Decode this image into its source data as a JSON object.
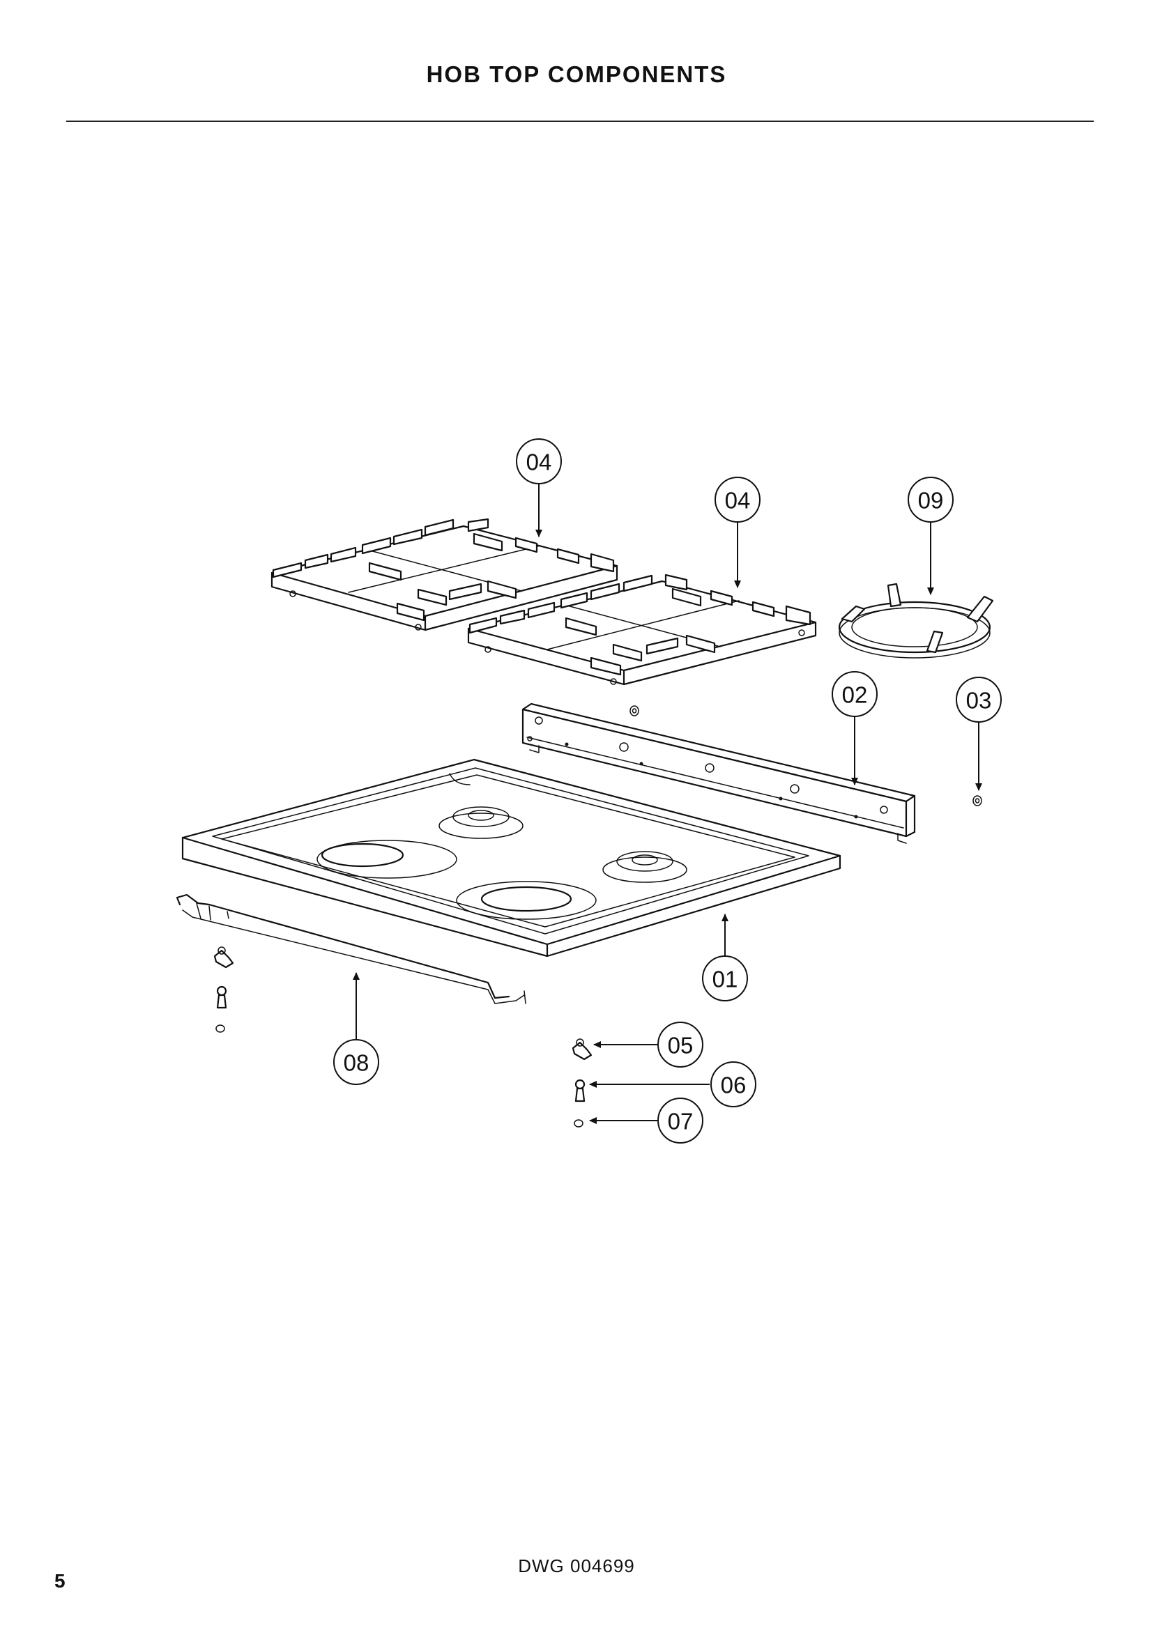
{
  "header": {
    "title": "HOB TOP COMPONENTS"
  },
  "drawing": {
    "callouts": [
      {
        "id": "c04a",
        "label": "04"
      },
      {
        "id": "c04b",
        "label": "04"
      },
      {
        "id": "c09",
        "label": "09"
      },
      {
        "id": "c02",
        "label": "02"
      },
      {
        "id": "c03",
        "label": "03"
      },
      {
        "id": "c01",
        "label": "01"
      },
      {
        "id": "c05",
        "label": "05"
      },
      {
        "id": "c06",
        "label": "06"
      },
      {
        "id": "c07",
        "label": "07"
      },
      {
        "id": "c08",
        "label": "08"
      }
    ]
  },
  "footer": {
    "drawing_number": "DWG 004699",
    "page_number": "5"
  }
}
